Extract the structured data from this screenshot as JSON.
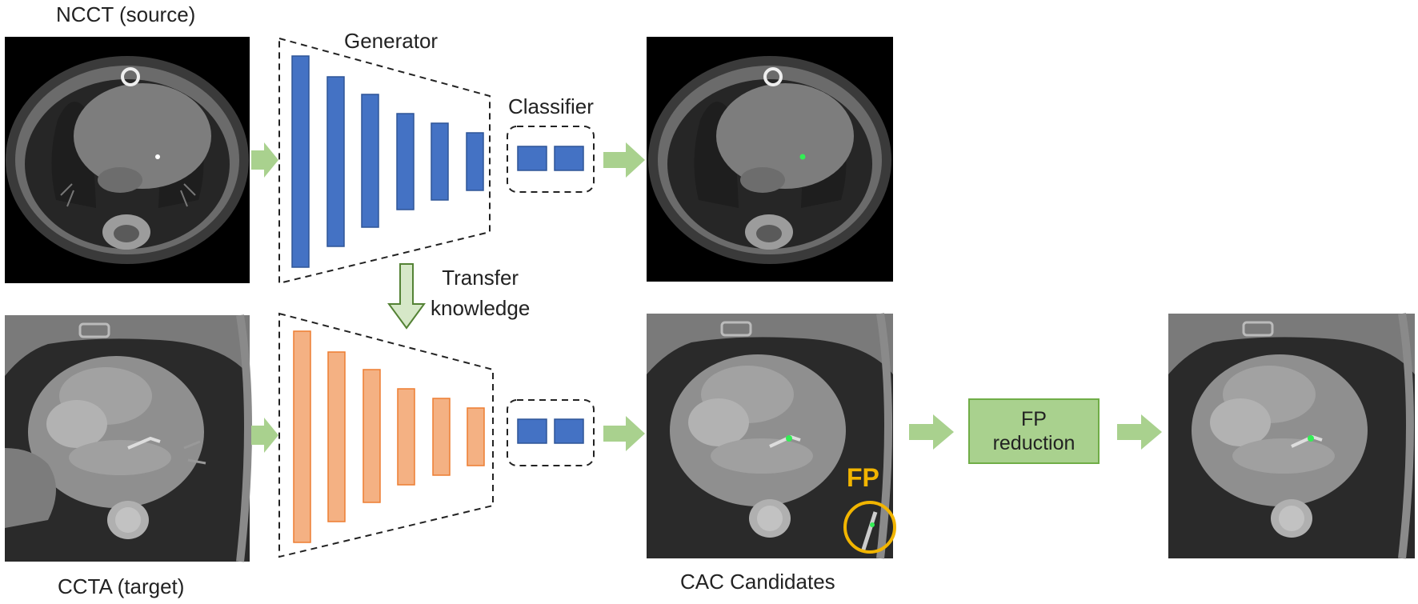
{
  "labels": {
    "source": "NCCT (source)",
    "target": "CCTA (target)",
    "generator": "Generator",
    "classifier": "Classifier",
    "transfer_line1": "Transfer",
    "transfer_line2": "knowledge",
    "cac_candidates": "CAC Candidates",
    "fp_reduction_line1": "FP",
    "fp_reduction_line2": "reduction",
    "fp_tag": "FP"
  },
  "colors": {
    "source_network": "#4472c4",
    "source_network_border": "#2f5597",
    "target_network": "#f4b183",
    "target_network_border": "#ed7d31",
    "arrow": "#a9d18e",
    "fp_box": "#a9d18e",
    "fp_highlight": "#f2b500",
    "calcification": "#33ee55"
  },
  "networks": {
    "source_layers": 6,
    "target_layers": 6,
    "classifier_blocks": 2
  }
}
